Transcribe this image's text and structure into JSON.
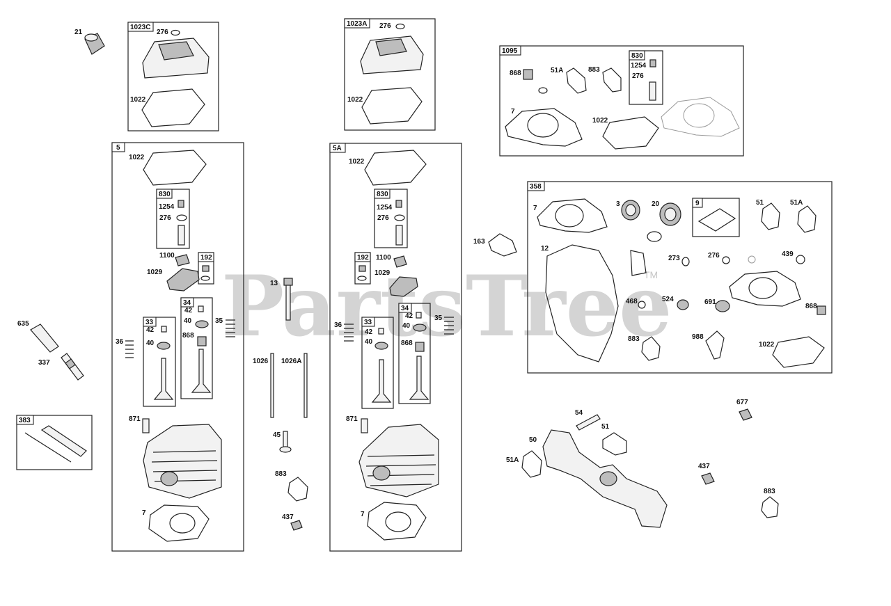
{
  "watermark": {
    "text": "PartsTree",
    "trademark": "TM"
  },
  "groups": {
    "g1023c": {
      "tag": "1023C",
      "items": [
        "276",
        "1022"
      ]
    },
    "g1023a": {
      "tag": "1023A",
      "items": [
        "276",
        "1022"
      ]
    },
    "g5": {
      "tag": "5",
      "items": [
        "1022",
        "1100",
        "1029",
        "36",
        "35",
        "871",
        "7"
      ],
      "sub830": {
        "tag": "830",
        "items": [
          "1254",
          "276"
        ]
      },
      "sub192": {
        "tag": "192"
      },
      "sub33": {
        "tag": "33",
        "items": [
          "42",
          "40"
        ]
      },
      "sub34": {
        "tag": "34",
        "items": [
          "42",
          "40",
          "868"
        ]
      }
    },
    "g5a": {
      "tag": "5A",
      "items": [
        "1022",
        "1100",
        "1029",
        "36",
        "35",
        "871",
        "7"
      ],
      "sub830": {
        "tag": "830",
        "items": [
          "1254",
          "276"
        ]
      },
      "sub192": {
        "tag": "192"
      },
      "sub33": {
        "tag": "33",
        "items": [
          "42",
          "40"
        ]
      },
      "sub34": {
        "tag": "34",
        "items": [
          "42",
          "40",
          "868"
        ]
      }
    },
    "g1095": {
      "tag": "1095",
      "items": [
        "868",
        "51A",
        "883",
        "7",
        "1022"
      ],
      "sub830": {
        "tag": "830",
        "items": [
          "1254",
          "276"
        ]
      }
    },
    "g358": {
      "tag": "358",
      "items": [
        "7",
        "3",
        "20",
        "51",
        "51A",
        "12",
        "273",
        "276",
        "439",
        "468",
        "524",
        "691",
        "868",
        "883",
        "988",
        "1022"
      ],
      "sub9": {
        "tag": "9"
      }
    },
    "g383": {
      "tag": "383"
    }
  },
  "loose": [
    "21",
    "635",
    "337",
    "13",
    "1026",
    "1026A",
    "45",
    "883",
    "437",
    "163",
    "54",
    "51",
    "50",
    "51A",
    "677",
    "437",
    "883"
  ]
}
